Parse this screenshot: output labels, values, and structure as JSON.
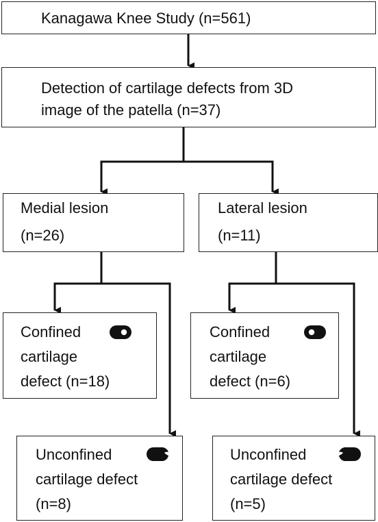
{
  "flowchart": {
    "study": {
      "text": "Kanagawa Knee Study (n=561)"
    },
    "detection": {
      "line1": "Detection of cartilage defects from 3D",
      "line2": "image of the patella (n=37)"
    },
    "medial": {
      "line1": "Medial lesion",
      "line2": "(n=26)"
    },
    "lateral": {
      "line1": "Lateral lesion",
      "line2": "(n=11)"
    },
    "medial_confined": {
      "line1": "Confined",
      "line2": "cartilage",
      "line3": "defect (n=18)",
      "icon": "confined-defect-icon"
    },
    "lateral_confined": {
      "line1": "Confined",
      "line2": "cartilage",
      "line3": "defect (n=6)",
      "icon": "confined-defect-icon"
    },
    "medial_unconfined": {
      "line1": "Unconfined",
      "line2": "cartilage defect",
      "line3": "(n=8)",
      "icon": "unconfined-defect-icon"
    },
    "lateral_unconfined": {
      "line1": "Unconfined",
      "line2": "cartilage defect",
      "line3": "(n=5)",
      "icon": "unconfined-defect-icon"
    }
  },
  "colors": {
    "line": "#111111",
    "box_border": "#222222"
  }
}
